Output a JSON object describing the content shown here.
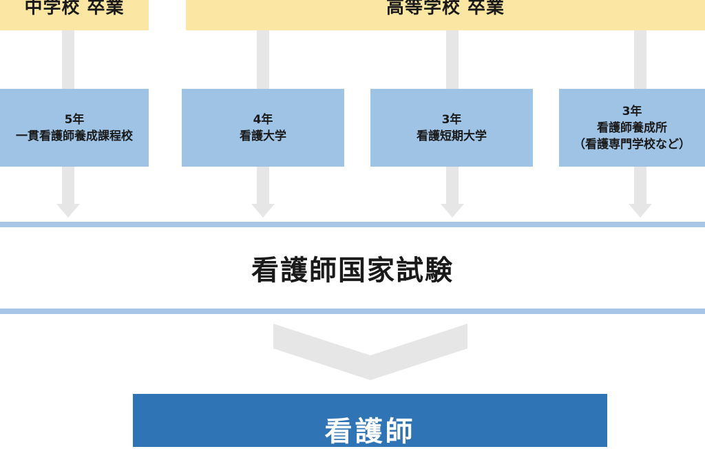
{
  "headers": {
    "junior_high": "中学校 卒業",
    "high_school": "高等学校 卒業"
  },
  "programs": [
    {
      "years": "5年",
      "name": "一貫看護師養成課程校",
      "note": ""
    },
    {
      "years": "4年",
      "name": "看護大学",
      "note": ""
    },
    {
      "years": "3年",
      "name": "看護短期大学",
      "note": ""
    },
    {
      "years": "3年",
      "name": "看護師養成所",
      "note": "（看護専門学校など）"
    }
  ],
  "exam": "看護師国家試験",
  "result": "看護師",
  "colors": {
    "header_bg": "#fce6a3",
    "program_bg": "#9fc3e5",
    "divider": "#a7c5e6",
    "arrow": "#e6e6e6",
    "result_bg": "#2f74b5"
  }
}
